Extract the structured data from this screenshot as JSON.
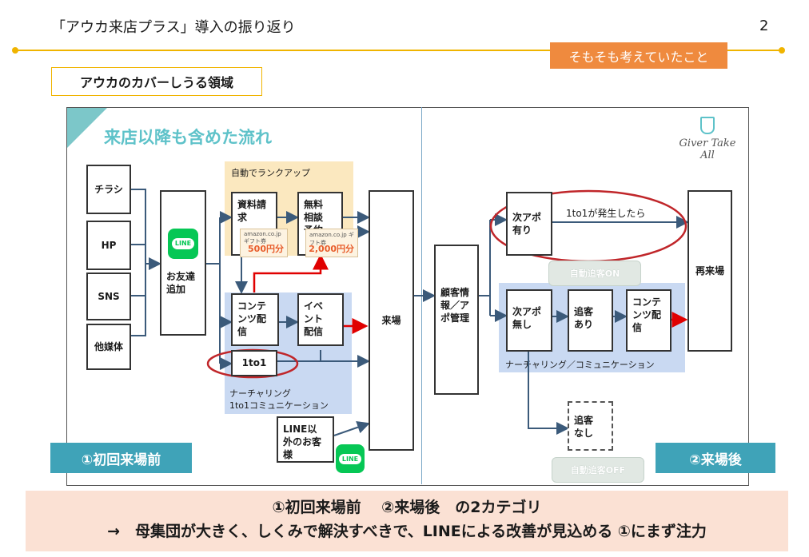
{
  "header": {
    "title": "「アウカ来店プラス」導入の振り返り",
    "page_number": "2",
    "tag": "そもそも考えていたこと",
    "section_label": "アウカのカバーしうる領域"
  },
  "diagram": {
    "flow_title": "来店以降も含めた流れ",
    "brand": "Giver Take All",
    "sources": [
      "チラシ",
      "HP",
      "SNS",
      "他媒体"
    ],
    "line_badge": "LINE",
    "friend_add": "お友達追加",
    "auto_rank_up": "自動でランクアップ",
    "doc_request": "資料請求",
    "free_consult": "無料相談予約",
    "gift_brand": "amazon.co.jp ギフト券",
    "gift_500": "500円分",
    "gift_2000": "2,000円分",
    "content_delivery": "コンテンツ配信",
    "event_delivery": "イベント配信",
    "one_to_one": "1to1",
    "nurturing_1": "ナーチャリング",
    "nurturing_1b": "1to1コミュニケーション",
    "non_line_customer": "LINE以外のお客様",
    "visit": "来場",
    "customer_mgmt": "顧客情報／アポ管理",
    "next_appt_yes": "次アポ有り",
    "one_to_one_note": "1to1が発生したら",
    "auto_follow_on": "自動追客ON",
    "next_appt_no": "次アポ無し",
    "follow_yes": "追客あり",
    "content_delivery_2": "コンテンツ配信",
    "nurturing_2": "ナーチャリング／コミュニケーション",
    "follow_no": "追客なし",
    "auto_follow_off": "自動追客OFF",
    "revisit": "再来場",
    "phase1": "①初回来場前",
    "phase2": "②来場後"
  },
  "summary": {
    "line1": "①初回来場前　 ②来場後　の2カテゴリ",
    "line2": "→　母集団が大きく、しくみで解決すべきで、LINEによる改善が見込める ①にまず注力"
  }
}
